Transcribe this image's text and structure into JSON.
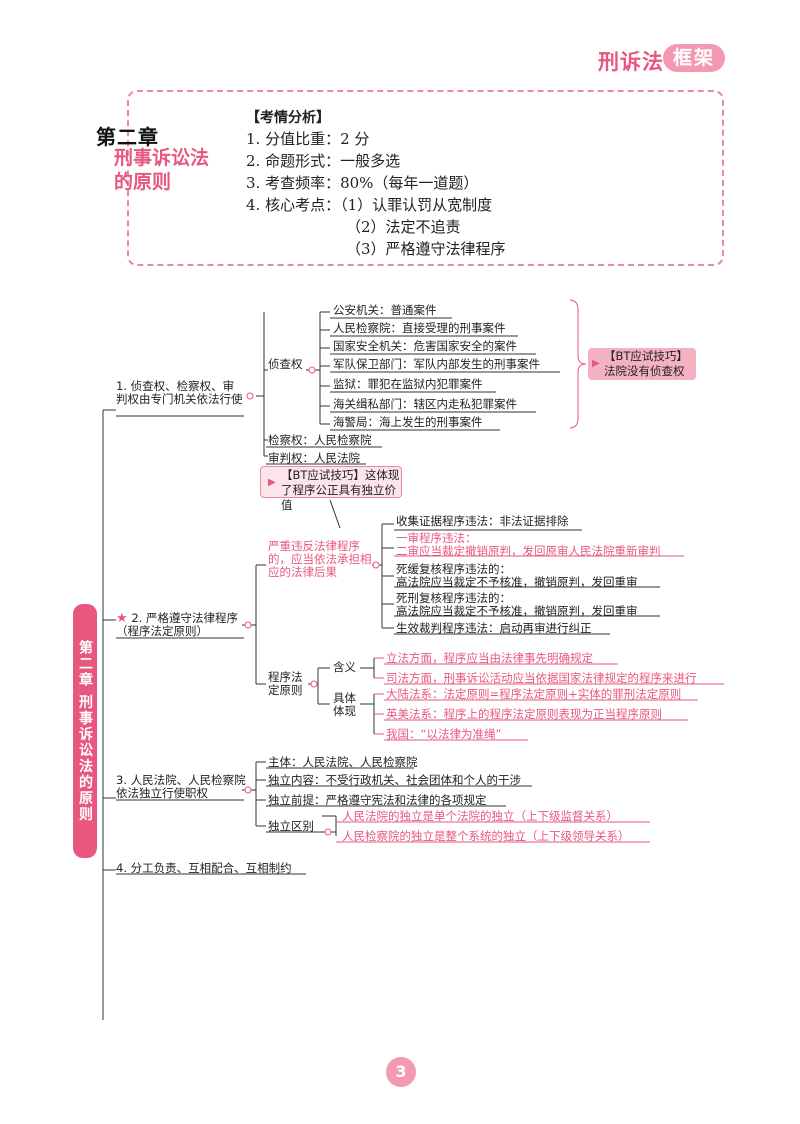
{
  "header": {
    "title": "刑诉法",
    "badge": "框架"
  },
  "chapter": {
    "number": "第二章",
    "name": "刑事诉讼法的原则",
    "side_label": "第二章 刑事诉讼法的原则"
  },
  "exam_analysis": {
    "heading": "【考情分析】",
    "lines": [
      "1. 分值比重：2 分",
      "2. 命题形式：一般多选",
      "3. 考查频率：80%（每年一道题）",
      "4. 核心考点：（1）认罪认罚从宽制度",
      "（2）法定不追责",
      "（3）严格遵守法律程序"
    ]
  },
  "mindmap": {
    "b1": {
      "label": "1. 侦查权、检察权、审判权由专门机关依法行使",
      "investigation": "侦查权",
      "organs": [
        "公安机关：普通案件",
        "人民检察院：直接受理的刑事案件",
        "国家安全机关：危害国家安全的案件",
        "军队保卫部门：军队内部发生的刑事案件",
        "监狱：罪犯在监狱内犯罪案件",
        "海关缉私部门：辖区内走私犯罪案件",
        "海警局：海上发生的刑事案件"
      ],
      "tip": "【BT应试技巧】法院没有侦查权",
      "procuratorial": "检察权：人民检察院",
      "judicial": "审判权：人民法院"
    },
    "b2": {
      "label": "2. 严格遵守法律程序（程序法定原则）",
      "tip": "【BT应试技巧】这体现了程序公正具有独立价值",
      "violation": "严重违反法律程序的，应当依法承担相应的法律后果",
      "violations": [
        "收集证据程序违法：非法证据排除",
        "一审程序违法：",
        "二审应当裁定撤销原判，发回原审人民法院重新审判",
        "死缓复核程序违法的：",
        "高法院应当裁定不予核准，撤销原判，发回重审",
        "死刑复核程序违法的：",
        "高法院应当裁定不予核准，撤销原判，发回重审",
        "生效裁判程序违法：启动再审进行纠正"
      ],
      "legal_procedure": "程序法定原则",
      "meaning": "含义",
      "meanings": [
        "立法方面，程序应当由法律事先明确规定",
        "司法方面，刑事诉讼活动应当依据国家法律规定的程序来进行"
      ],
      "manifestation": "具体体现",
      "manifestations": [
        "大陆法系：法定原则=程序法定原则+实体的罪刑法定原则",
        "英美法系：程序上的程序法定原则表现为正当程序原则",
        "我国：“以法律为准绳”"
      ]
    },
    "b3": {
      "label": "3. 人民法院、人民检察院依法独立行使职权",
      "items": [
        "主体：人民法院、人民检察院",
        "独立内容：不受行政机关、社会团体和个人的干涉",
        "独立前提：严格遵守宪法和法律的各项规定"
      ],
      "distinction": "独立区别",
      "distinctions": [
        "人民法院的独立是单个法院的独立（上下级监督关系）",
        "人民检察院的独立是整个系统的独立（上下级领导关系）"
      ]
    },
    "b4": {
      "label": "4. 分工负责、互相配合、互相制约"
    }
  },
  "page_number": "3",
  "colors": {
    "accent": "#e8577e",
    "accent_light": "#f39ab2",
    "tip_bg": "#f3b1c2"
  }
}
